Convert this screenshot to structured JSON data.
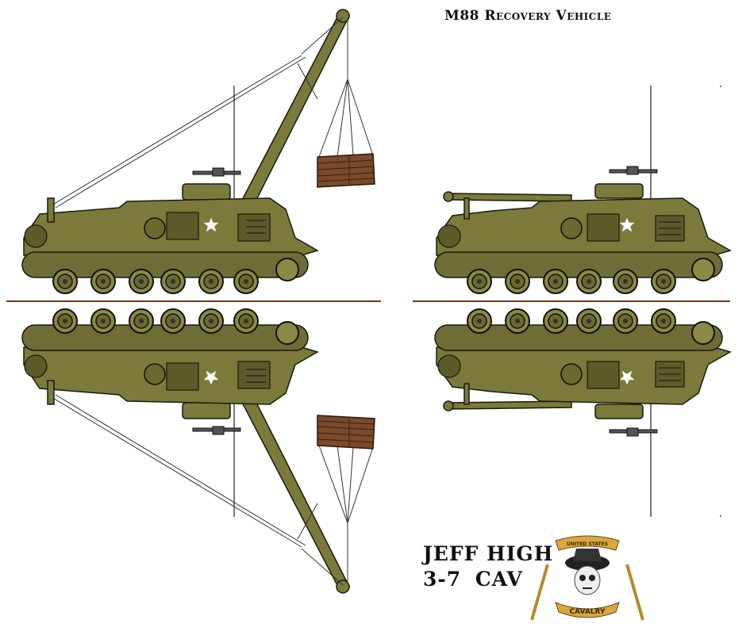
{
  "title": "M88 Recovery Vehicle",
  "credit": {
    "name": "JEFF HIGH",
    "unit": "3-7 CAV"
  },
  "emblem": {
    "banner_top": "UNITED STATES",
    "banner_bottom": "CAVALRY"
  },
  "colors": {
    "olive_drab": "#7b7a3b",
    "crate_brown": "#7a4a2a",
    "ground_line": "#6b3a1a",
    "star": "#ffffff"
  },
  "icons": [
    "white-star-icon",
    "cavalry-skull-emblem-icon"
  ]
}
